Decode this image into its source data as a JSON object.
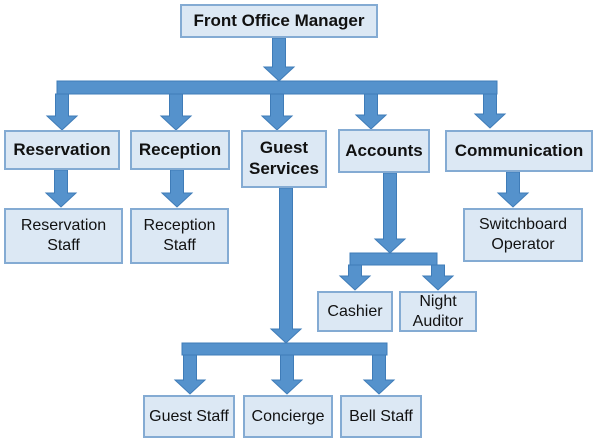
{
  "colors": {
    "box_fill": "#dce8f4",
    "box_border": "#84abd3",
    "connector": "#5592cc",
    "connector_dark": "#3f7cb8",
    "text": "#111111",
    "background": "#ffffff"
  },
  "chart": {
    "type": "organization-chart",
    "root": {
      "label": "Front Office Manager"
    },
    "departments": [
      {
        "label": "Reservation"
      },
      {
        "label": "Reception"
      },
      {
        "label": "Guest Services"
      },
      {
        "label": "Accounts"
      },
      {
        "label": "Communication"
      }
    ],
    "reservation_staff": {
      "label": "Reservation Staff"
    },
    "reception_staff": {
      "label": "Reception Staff"
    },
    "switchboard_operator": {
      "label": "Switchboard Operator"
    },
    "accounts_children": [
      {
        "label": "Cashier"
      },
      {
        "label": "Night Auditor"
      }
    ],
    "guest_services_children": [
      {
        "label": "Guest Staff"
      },
      {
        "label": "Concierge"
      },
      {
        "label": "Bell Staff"
      }
    ]
  }
}
